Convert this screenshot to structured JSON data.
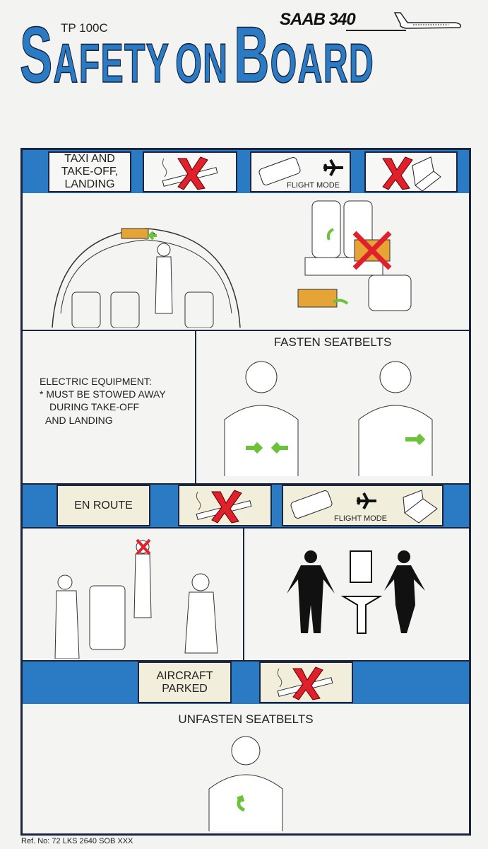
{
  "header": {
    "code": "TP 100C",
    "title_parts": [
      {
        "cap": "S",
        "rest": "AFETY"
      },
      {
        "cap": "",
        "rest": "ON"
      },
      {
        "cap": "B",
        "rest": "OARD"
      }
    ],
    "brand": "SAAB 340"
  },
  "taxi": {
    "label": "TAXI AND TAKE-OFF, LANDING",
    "flight_mode": "FLIGHT MODE"
  },
  "electric": {
    "line1": "ELECTRIC EQUIPMENT:",
    "line2": "* MUST BE STOWED AWAY",
    "line3": "DURING TAKE-OFF",
    "line4": "AND LANDING"
  },
  "fasten": {
    "label": "FASTEN SEATBELTS"
  },
  "enroute": {
    "label": "EN ROUTE",
    "flight_mode": "FLIGHT MODE"
  },
  "parked": {
    "label": "AIRCRAFT PARKED"
  },
  "unfasten": {
    "label": "UNFASTEN SEATBELTS"
  },
  "footer": {
    "ref": "Ref. No: 72 LKS 2640 SOB XXX"
  },
  "colors": {
    "blue": "#2a7bc4",
    "navy": "#1c2540",
    "red": "#e0202a",
    "green": "#6cc23a",
    "cream": "#f1eedc"
  }
}
